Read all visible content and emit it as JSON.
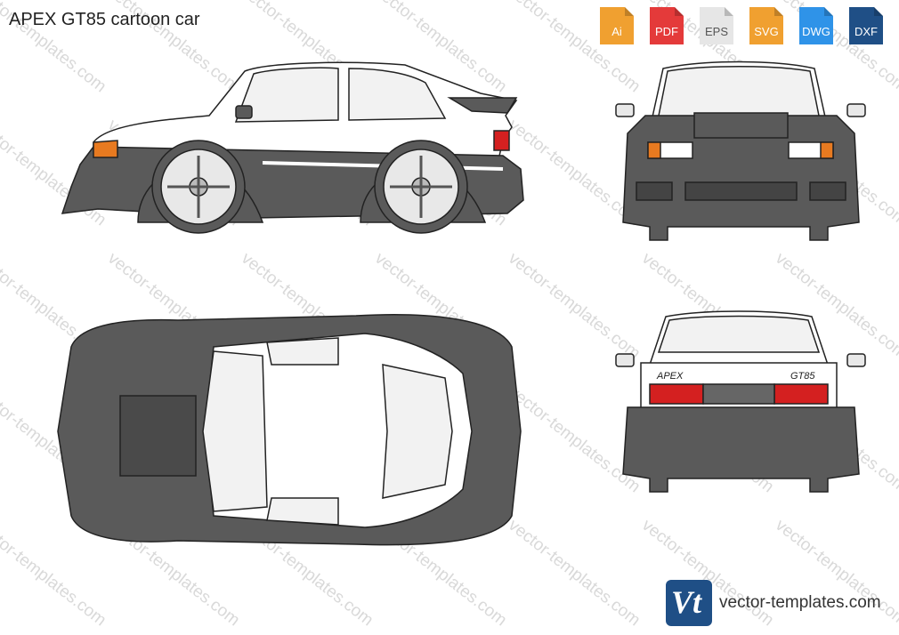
{
  "title": "APEX GT85 cartoon car",
  "formats": [
    {
      "label": "Ai",
      "color": "#f0a030",
      "icon": "ai-file-icon"
    },
    {
      "label": "PDF",
      "color": "#e43a3a",
      "icon": "pdf-file-icon"
    },
    {
      "label": "EPS",
      "color": "#e6e6e6",
      "icon": "eps-file-icon"
    },
    {
      "label": "SVG",
      "color": "#f0a030",
      "icon": "svg-file-icon"
    },
    {
      "label": "DWG",
      "color": "#2f93e8",
      "icon": "dwg-file-icon"
    },
    {
      "label": "DXF",
      "color": "#1f4f86",
      "icon": "dxf-file-icon"
    }
  ],
  "watermark_text": "vector-templates.com",
  "brand": {
    "logo_text": "Vt",
    "site": "vector-templates.com"
  },
  "car": {
    "rear_badge": "APEX",
    "model_badge": "GT85"
  },
  "colors": {
    "body_dark": "#5a5a5a",
    "body_light": "#ffffff",
    "outline": "#222222",
    "glass": "#f2f2f2",
    "taillight": "#d42020",
    "indicator": "#e87a20"
  }
}
